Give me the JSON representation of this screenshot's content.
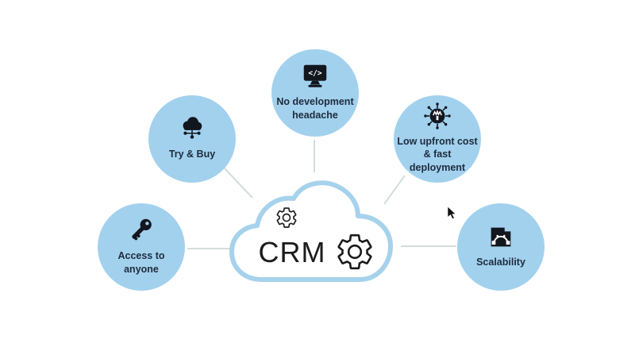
{
  "center": {
    "label": "CRM",
    "icons": [
      "gear-icon",
      "gear-icon"
    ]
  },
  "nodes": [
    {
      "label": "Try & Buy",
      "icon": "cloud-network-icon"
    },
    {
      "label": "No development headache",
      "icon": "monitor-code-icon"
    },
    {
      "label": "Low upfront cost & fast deployment",
      "icon": "network-hub-icon"
    },
    {
      "label": "Scalability",
      "icon": "vector-curve-icon"
    },
    {
      "label": "Access to anyone",
      "icon": "key-icon"
    }
  ],
  "glyphs": {
    "code": "</>"
  },
  "colors": {
    "background": "#ffffff",
    "node_fill": "#a2d1ee",
    "cloud_stroke": "#a6d2ec",
    "connector_line": "#d3ded8",
    "label_text": "#1e2b3c",
    "icon_black": "#12161f"
  }
}
